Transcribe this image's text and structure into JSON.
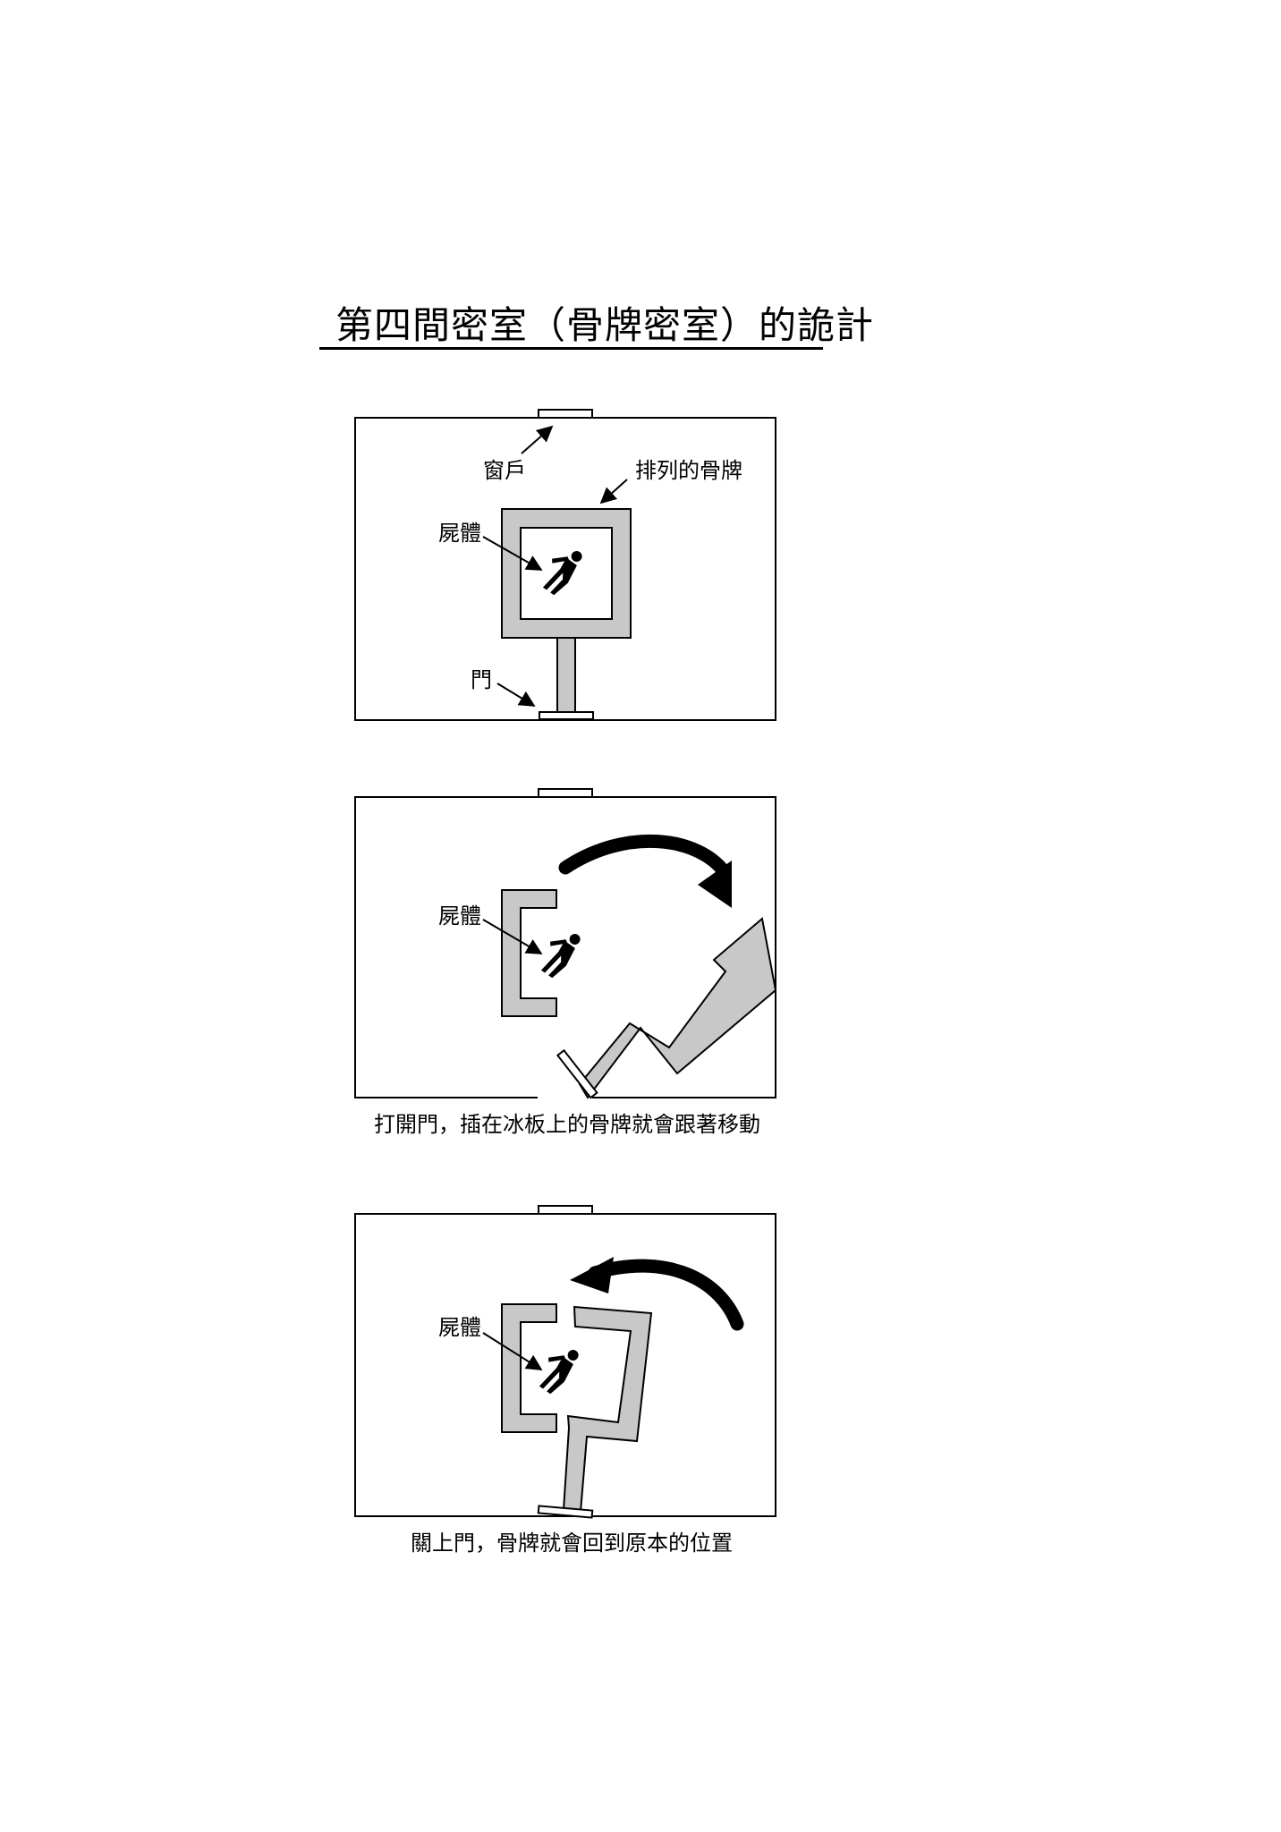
{
  "title": "第四間密室（骨牌密室）的詭計",
  "colors": {
    "tile": "#c8c8c8",
    "ink": "#000000",
    "paper": "#ffffff"
  },
  "panel1": {
    "labels": {
      "window": "窗戶",
      "dominoes": "排列的骨牌",
      "body": "屍體",
      "door": "門"
    }
  },
  "panel2": {
    "labels": {
      "body": "屍體"
    },
    "caption": "打開門，插在冰板上的骨牌就會跟著移動"
  },
  "panel3": {
    "labels": {
      "body": "屍體"
    },
    "caption": "關上門，骨牌就會回到原本的位置"
  }
}
